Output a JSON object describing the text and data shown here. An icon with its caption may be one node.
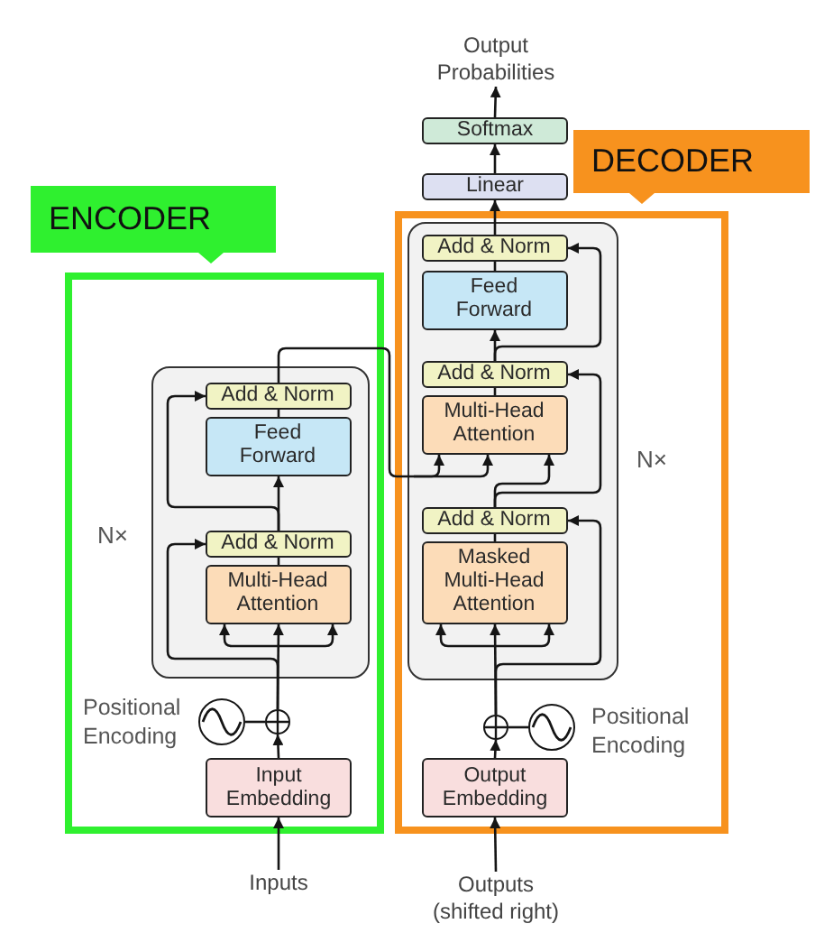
{
  "diagram": {
    "nodes": [
      {
        "text": [
          "ENCODER"
        ]
      },
      {
        "text": [],
        "shape": "box",
        "in": 0,
        "beside": [
          "N×"
        ]
      },
      {
        "text": [
          "Add & Norm"
        ],
        "in": 1
      },
      {
        "text": [
          "Feed Forward"
        ],
        "in": 1
      },
      {
        "text": [
          "Add & Norm"
        ],
        "in": 1
      },
      {
        "text": [
          "Multi-Head Attention"
        ],
        "in": 1
      },
      {
        "text": [],
        "shape": "circle",
        "in": 0
      },
      {
        "text": [],
        "shape": "circle",
        "in": 0,
        "beside": [
          "Positional Encoding"
        ]
      },
      {
        "text": [
          "Input Embedding"
        ],
        "in": 0
      },
      {
        "text": [
          "Inputs"
        ]
      },
      {
        "text": [
          "DECODER"
        ]
      },
      {
        "text": [],
        "shape": "box",
        "in": 10,
        "beside": [
          "N×"
        ]
      },
      {
        "text": [
          "Add & Norm"
        ],
        "in": 11
      },
      {
        "text": [
          "Feed Forward"
        ],
        "in": 11
      },
      {
        "text": [
          "Add & Norm"
        ],
        "in": 11
      },
      {
        "text": [
          "Multi-Head Attention"
        ],
        "in": 11
      },
      {
        "text": [
          "Add & Norm"
        ],
        "in": 11
      },
      {
        "text": [
          "Masked Multi-Head Attention"
        ],
        "in": 11
      },
      {
        "text": [],
        "shape": "circle",
        "in": 10
      },
      {
        "text": [],
        "shape": "circle",
        "in": 10,
        "beside": [
          "Positional Encoding"
        ]
      },
      {
        "text": [
          "Output Embedding"
        ],
        "in": 10
      },
      {
        "text": [
          "Outputs (shifted right)"
        ]
      },
      {
        "text": [
          "Linear"
        ]
      },
      {
        "text": [
          "Softmax"
        ]
      },
      {
        "text": [
          "Output Probabilities"
        ]
      }
    ],
    "edges": [
      {
        "from": 9,
        "to": 8,
        "arrow": "to"
      },
      {
        "from": 8,
        "to": 6,
        "arrow": "to"
      },
      {
        "from": 7,
        "to": 6,
        "arrow": "none"
      },
      {
        "from": 6,
        "to": 5,
        "arrow": "to"
      },
      {
        "from": 6,
        "to": 4,
        "arrow": "to"
      },
      {
        "from": 5,
        "to": 4,
        "arrow": "none"
      },
      {
        "from": 4,
        "to": 3,
        "arrow": "to"
      },
      {
        "from": 4,
        "to": 2,
        "arrow": "to"
      },
      {
        "from": 3,
        "to": 2,
        "arrow": "none"
      },
      {
        "from": 2,
        "to": 15,
        "arrow": "to"
      },
      {
        "from": 21,
        "to": 20,
        "arrow": "to"
      },
      {
        "from": 20,
        "to": 18,
        "arrow": "to"
      },
      {
        "from": 19,
        "to": 18,
        "arrow": "none"
      },
      {
        "from": 18,
        "to": 17,
        "arrow": "to"
      },
      {
        "from": 18,
        "to": 16,
        "arrow": "to"
      },
      {
        "from": 17,
        "to": 16,
        "arrow": "none"
      },
      {
        "from": 16,
        "to": 15,
        "arrow": "to"
      },
      {
        "from": 16,
        "to": 14,
        "arrow": "to"
      },
      {
        "from": 15,
        "to": 14,
        "arrow": "none"
      },
      {
        "from": 14,
        "to": 13,
        "arrow": "to"
      },
      {
        "from": 14,
        "to": 12,
        "arrow": "to"
      },
      {
        "from": 13,
        "to": 12,
        "arrow": "none"
      },
      {
        "from": 12,
        "to": 22,
        "arrow": "to"
      },
      {
        "from": 22,
        "to": 23,
        "arrow": "to"
      },
      {
        "from": 23,
        "to": 24,
        "arrow": "to"
      }
    ]
  }
}
